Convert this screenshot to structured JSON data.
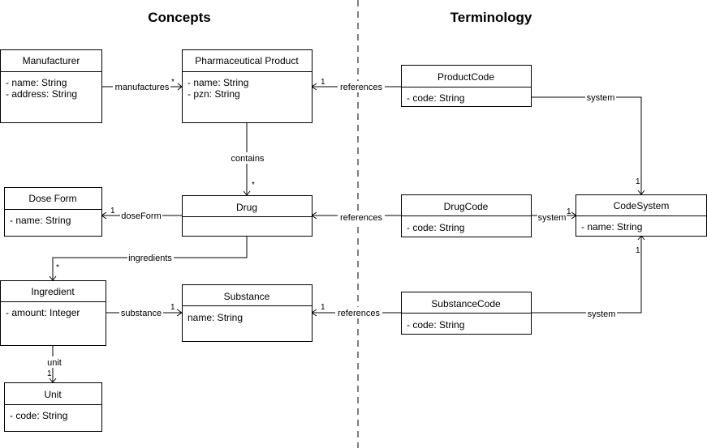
{
  "headings": {
    "concepts": "Concepts",
    "terminology": "Terminology"
  },
  "classes": {
    "manufacturer": {
      "name": "Manufacturer",
      "attrs": [
        "- name: String",
        "- address: String"
      ]
    },
    "pharma_product": {
      "name": "Pharmaceutical Product",
      "attrs": [
        "- name: String",
        "- pzn: String"
      ]
    },
    "product_code": {
      "name": "ProductCode",
      "attrs": [
        "- code: String"
      ]
    },
    "dose_form": {
      "name": "Dose Form",
      "attrs": [
        "- name: String"
      ]
    },
    "drug": {
      "name": "Drug",
      "attrs": []
    },
    "drug_code": {
      "name": "DrugCode",
      "attrs": [
        "- code: String"
      ]
    },
    "code_system": {
      "name": "CodeSystem",
      "attrs": [
        "- name: String"
      ]
    },
    "ingredient": {
      "name": "Ingredient",
      "attrs": [
        "- amount: Integer"
      ]
    },
    "substance": {
      "name": "Substance",
      "attrs": [
        "name: String"
      ]
    },
    "substance_code": {
      "name": "SubstanceCode",
      "attrs": [
        "- code: String"
      ]
    },
    "unit": {
      "name": "Unit",
      "attrs": [
        "- code: String"
      ]
    }
  },
  "relations": {
    "manufactures": {
      "label": "manufactures",
      "target_mult": "*"
    },
    "contains": {
      "label": "contains",
      "target_mult": "*"
    },
    "product_references": {
      "label": "references",
      "target_mult": "1"
    },
    "product_system": {
      "label": "system",
      "target_mult": "1"
    },
    "dose_form": {
      "label": "doseForm",
      "target_mult": "1"
    },
    "drug_references": {
      "label": "references"
    },
    "drug_system": {
      "label": "system",
      "target_mult": "1"
    },
    "ingredients": {
      "label": "ingredients",
      "target_mult": "*"
    },
    "substance": {
      "label": "substance",
      "target_mult": "1"
    },
    "substance_references": {
      "label": "references",
      "target_mult": "1"
    },
    "substance_system": {
      "label": "system",
      "target_mult": "1"
    },
    "unit": {
      "label": "unit",
      "target_mult": "1"
    }
  }
}
